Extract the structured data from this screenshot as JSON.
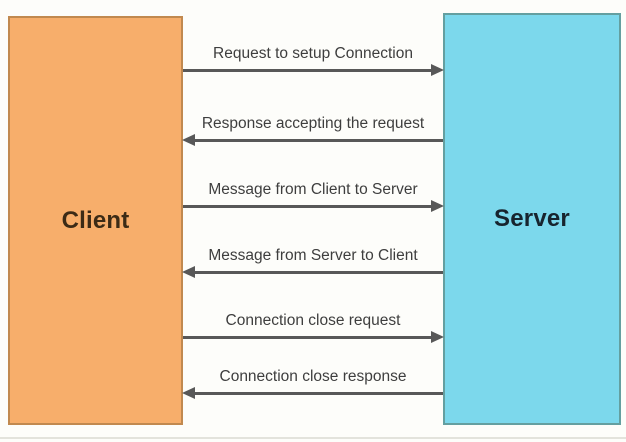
{
  "diagram": {
    "client_label": "Client",
    "server_label": "Server",
    "colors": {
      "client_fill": "#f7ae6b",
      "client_border": "#c1894f",
      "server_fill": "#7cd8ec",
      "server_border": "#649fa0",
      "arrow": "#585858",
      "label_text": "#3e3e3e",
      "background": "#fdfdfa"
    },
    "messages": [
      {
        "label": "Request to setup Connection",
        "direction": "right",
        "from": "Client",
        "to": "Server"
      },
      {
        "label": "Response accepting the request",
        "direction": "left",
        "from": "Server",
        "to": "Client"
      },
      {
        "label": "Message from Client to Server",
        "direction": "right",
        "from": "Client",
        "to": "Server"
      },
      {
        "label": "Message from Server to Client",
        "direction": "left",
        "from": "Server",
        "to": "Client"
      },
      {
        "label": "Connection close request",
        "direction": "right",
        "from": "Client",
        "to": "Server"
      },
      {
        "label": "Connection close response",
        "direction": "left",
        "from": "Server",
        "to": "Client"
      }
    ]
  }
}
